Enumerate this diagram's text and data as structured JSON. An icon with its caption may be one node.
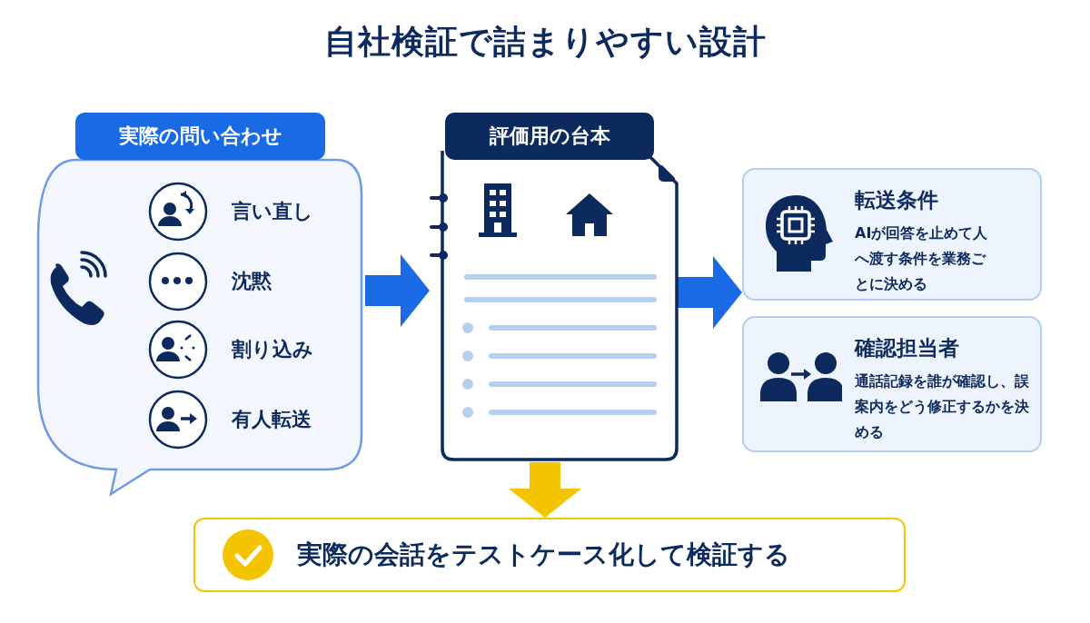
{
  "diagram": {
    "title": "自社検証で詰まりやすい設計",
    "nodes": [
      {
        "text": [
          "実際の問い合わせ"
        ]
      },
      {
        "text": [
          "言い直し"
        ],
        "in": 0
      },
      {
        "text": [
          "沈黙"
        ],
        "in": 0
      },
      {
        "text": [
          "割り込み"
        ],
        "in": 0
      },
      {
        "text": [
          "有人転送"
        ],
        "in": 0
      },
      {
        "text": [
          "評価用の台本"
        ]
      },
      {
        "text": [
          "転送条件",
          "AIが回答を止めて人へ渡す条件を業務ごとに決める"
        ]
      },
      {
        "text": [
          "確認担当者",
          "通話記録を誰が確認し、誤案内をどう修正するかを決める"
        ]
      },
      {
        "text": [
          "実際の会話をテストケース化して検証する"
        ]
      }
    ],
    "edges": [
      {
        "from": 0,
        "to": 5,
        "arrow": "to"
      },
      {
        "from": 5,
        "to": 6,
        "arrow": "to"
      },
      {
        "from": 5,
        "to": 8,
        "arrow": "to",
        "color": "#f5c400"
      }
    ]
  }
}
